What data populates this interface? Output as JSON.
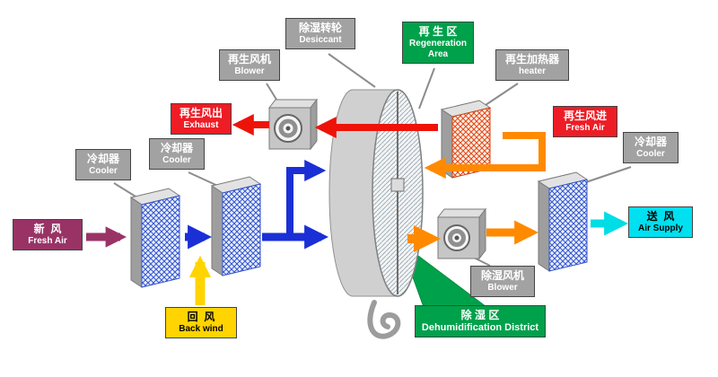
{
  "colors": {
    "label_gray": "#a2a2a2",
    "label_green": "#00a14b",
    "label_red": "#ee1c25",
    "label_plum": "#993366",
    "label_yellow": "#ffd400",
    "label_cyan": "#00e0f0",
    "arrow_red": "#ee1309",
    "arrow_orange": "#ff8a00",
    "arrow_blue": "#1a2fd6",
    "arrow_yellow": "#ffd400",
    "arrow_magenta": "#993366",
    "arrow_cyan": "#00dde6",
    "pointer_green": "#00a14b"
  },
  "labels": {
    "desiccant": {
      "zh": "除湿转轮",
      "en": "Desiccant"
    },
    "regen_area": {
      "zh": "再 生 区",
      "en": "Regeneration Area"
    },
    "regen_blower": {
      "zh": "再生风机",
      "en": "Blower"
    },
    "regen_heater": {
      "zh": "再生加热器",
      "en": "heater"
    },
    "exhaust": {
      "zh": "再生风出",
      "en": "Exhaust"
    },
    "regen_fresh_air": {
      "zh": "再生风进",
      "en": "Fresh Air"
    },
    "cooler_right": {
      "zh": "冷却器",
      "en": "Cooler"
    },
    "cooler_left_1": {
      "zh": "冷却器",
      "en": "Cooler"
    },
    "cooler_left_2": {
      "zh": "冷却器",
      "en": "Cooler"
    },
    "fresh_air": {
      "zh": "新  风",
      "en": "Fresh Air"
    },
    "back_wind": {
      "zh": "回  风",
      "en": "Back wind"
    },
    "dehumid_blower": {
      "zh": "除湿风机",
      "en": "Blower"
    },
    "air_supply": {
      "zh": "送  风",
      "en": "Air Supply"
    },
    "dehumid_district": {
      "zh": "除 湿 区",
      "en": "Dehumidification District"
    }
  }
}
